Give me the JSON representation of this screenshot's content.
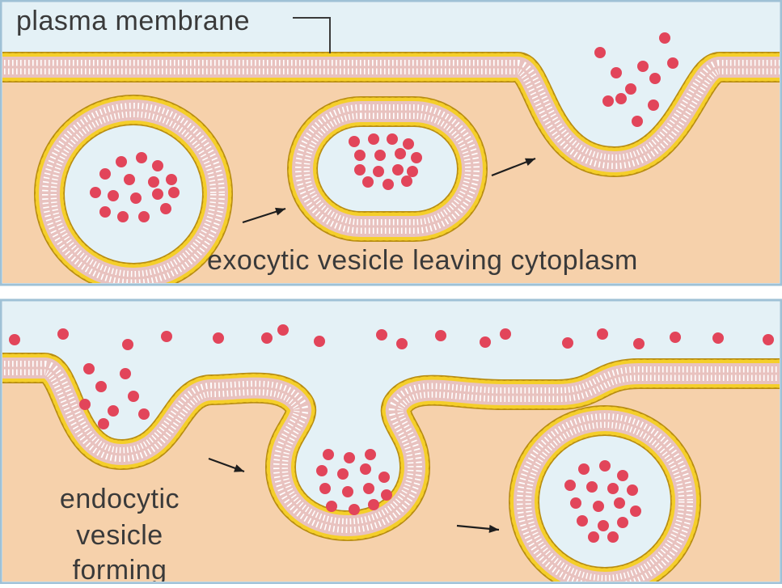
{
  "labels": {
    "plasma_membrane": "plasma membrane",
    "exocytic": "exocytic vesicle leaving cytoplasm",
    "endocytic_line1": "endocytic",
    "endocytic_line2": "vesicle",
    "endocytic_line3": "forming"
  },
  "colors": {
    "exterior": "#e4f1f6",
    "cytoplasm": "#f6d1ab",
    "bilayer": "#e8c2bf",
    "tail": "#ffffff",
    "head": "#f5cf2a",
    "head_edge": "#b88d12",
    "cargo": "#e2455a",
    "panel_border": "#9fc1d6",
    "arrow": "#1e1e1e"
  }
}
